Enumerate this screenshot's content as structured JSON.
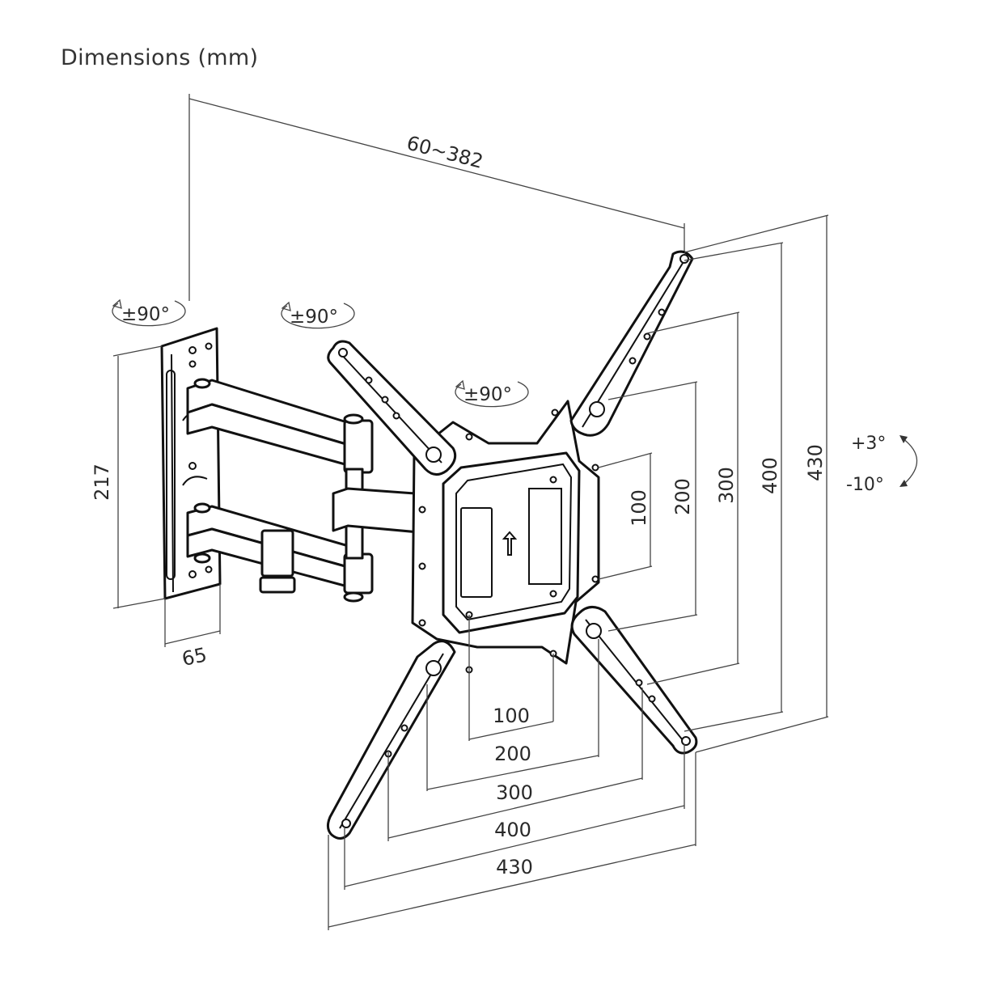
{
  "title": "Dimensions (mm)",
  "dimensions": {
    "arm_extension": "60~382",
    "wall_plate_height": "217",
    "wall_plate_depth": "65",
    "horizontal": [
      "100",
      "200",
      "300",
      "400",
      "430"
    ],
    "vertical": [
      "100",
      "200",
      "300",
      "400",
      "430"
    ]
  },
  "rotation": {
    "wall_swivel": "±90°",
    "arm_swivel": "±90°",
    "plate_rotation": "±90°"
  },
  "tilt": {
    "up": "+3°",
    "down": "-10°"
  }
}
